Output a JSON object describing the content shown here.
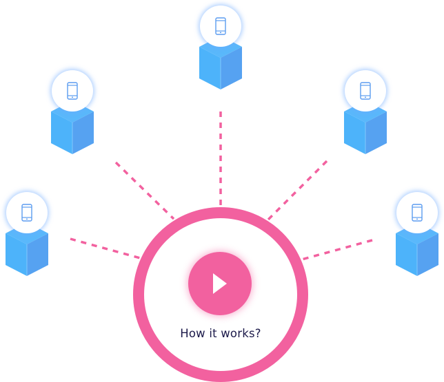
{
  "hub": {
    "label": "How it works?",
    "play_icon": "play-icon",
    "ring_color": "#f2619f"
  },
  "nodes": [
    {
      "id": "top",
      "icon": "smartphone-icon"
    },
    {
      "id": "upper-left",
      "icon": "smartphone-icon"
    },
    {
      "id": "upper-right",
      "icon": "smartphone-icon"
    },
    {
      "id": "lower-left",
      "icon": "smartphone-icon"
    },
    {
      "id": "lower-right",
      "icon": "smartphone-icon"
    }
  ],
  "colors": {
    "accent": "#f2619f",
    "cube_left": "#4db3fa",
    "cube_right": "#56a2f1",
    "cube_top": "#5ab8fb",
    "phone_icon": "#5b9cf0",
    "text": "#1c1a4a"
  }
}
